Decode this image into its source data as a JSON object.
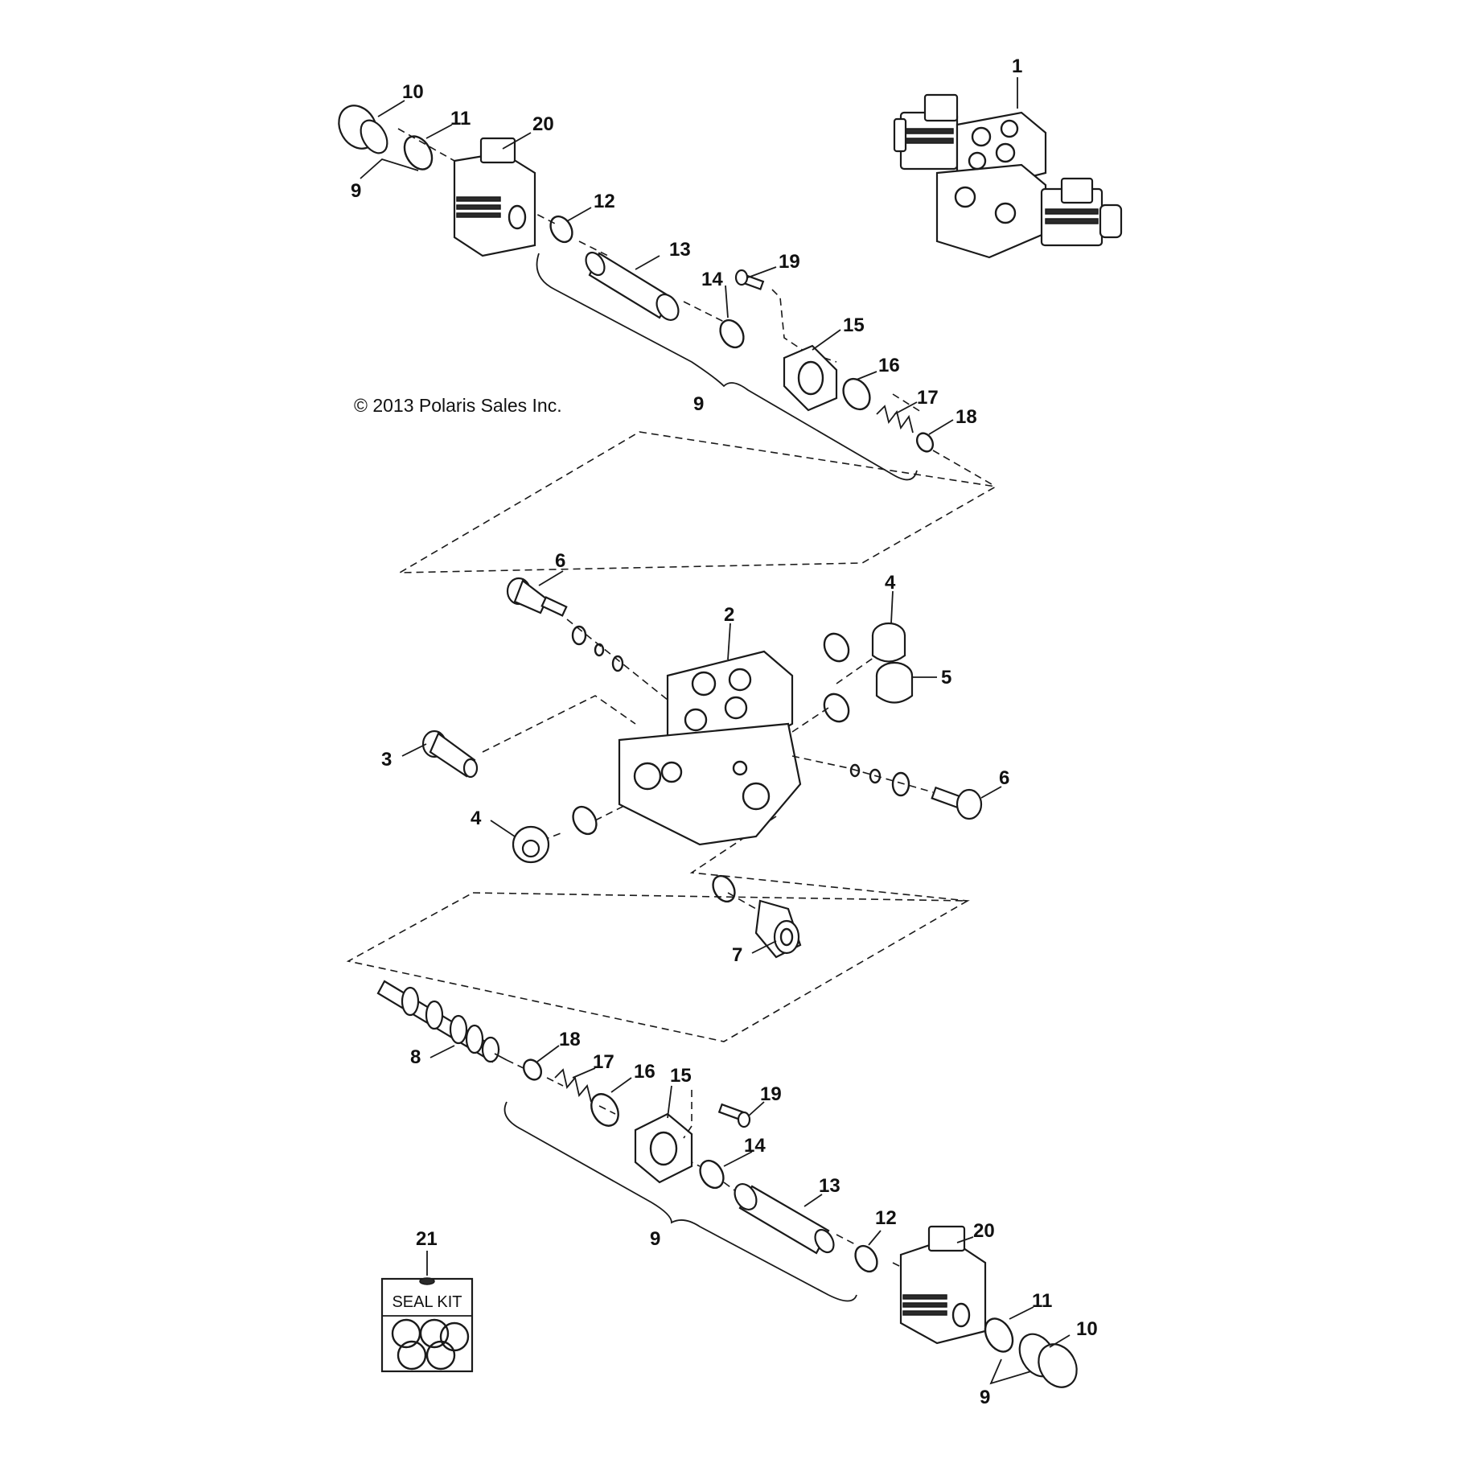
{
  "copyright": "© 2013 Polaris Sales Inc.",
  "seal_kit_label": "SEAL KIT",
  "callouts": {
    "c1": "1",
    "c2": "2",
    "c3": "3",
    "c4a": "4",
    "c4b": "4",
    "c5": "5",
    "c6a": "6",
    "c6b": "6",
    "c7": "7",
    "c8": "8",
    "c9a": "9",
    "c9b": "9",
    "c9c": "9",
    "c9d": "9",
    "c10a": "10",
    "c10b": "10",
    "c11a": "11",
    "c11b": "11",
    "c12a": "12",
    "c12b": "12",
    "c13a": "13",
    "c13b": "13",
    "c14a": "14",
    "c14b": "14",
    "c15a": "15",
    "c15b": "15",
    "c16a": "16",
    "c16b": "16",
    "c17a": "17",
    "c17b": "17",
    "c18a": "18",
    "c18b": "18",
    "c19a": "19",
    "c19b": "19",
    "c20a": "20",
    "c20b": "20",
    "c21": "21"
  }
}
